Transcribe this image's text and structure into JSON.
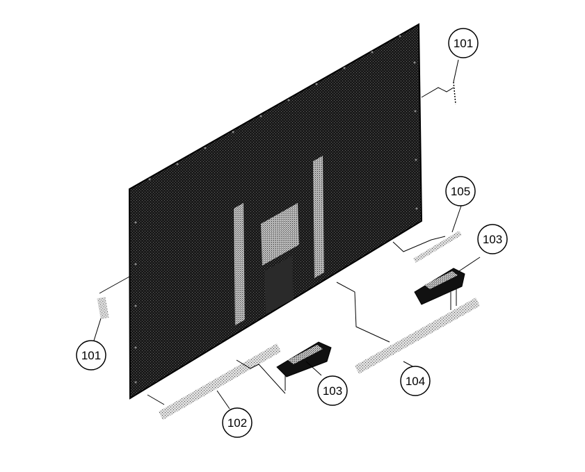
{
  "diagram": {
    "parts": {
      "panel": "",
      "stand_bracket_left": "",
      "stand_bracket_right": "",
      "foot_left": "",
      "foot_right": "",
      "screw_top_right": "",
      "screw_left": "",
      "screw_bottom_right": ""
    },
    "callouts": [
      {
        "id": "callout-101-top",
        "label": "101"
      },
      {
        "id": "callout-105",
        "label": "105"
      },
      {
        "id": "callout-103-right",
        "label": "103"
      },
      {
        "id": "callout-101-left",
        "label": "101"
      },
      {
        "id": "callout-103-center",
        "label": "103"
      },
      {
        "id": "callout-104",
        "label": "104"
      },
      {
        "id": "callout-102",
        "label": "102"
      }
    ]
  }
}
